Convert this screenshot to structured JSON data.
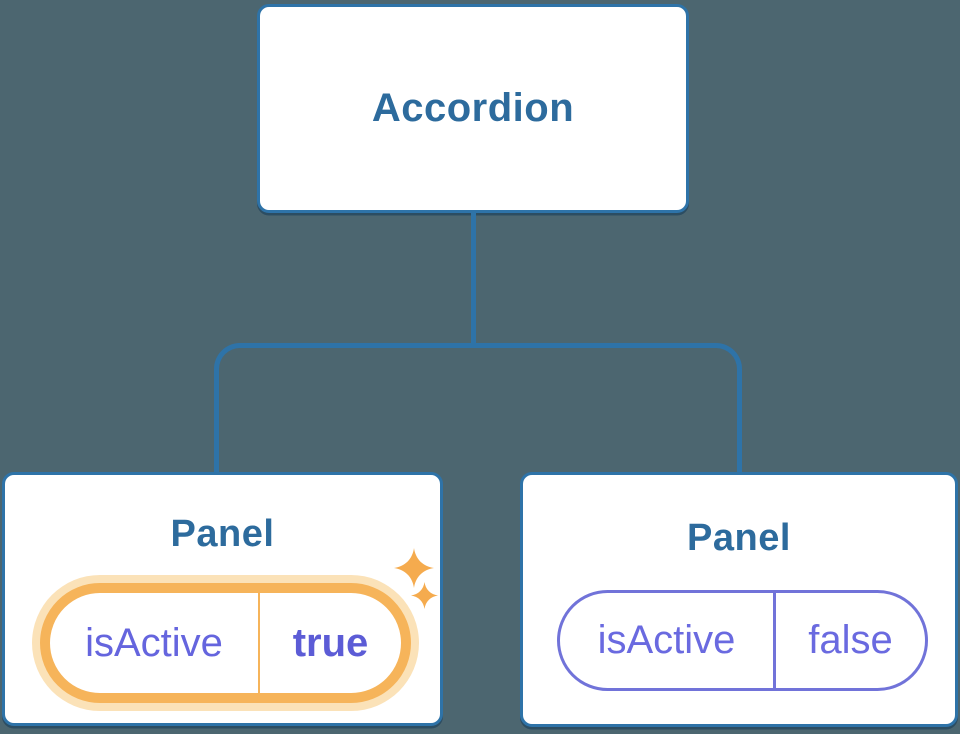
{
  "tree": {
    "root": {
      "label": "Accordion"
    },
    "panels": [
      {
        "title": "Panel",
        "prop_name": "isActive",
        "prop_value": "true",
        "state": "active",
        "highlighted": true
      },
      {
        "title": "Panel",
        "prop_name": "isActive",
        "prop_value": "false",
        "state": "inactive",
        "highlighted": false
      }
    ]
  },
  "icons": {
    "highlight": "sparkles-icon"
  },
  "colors": {
    "background": "#4c6670",
    "node_fill": "#ffffff",
    "node_border": "#2e73a8",
    "node_text": "#2d6b9d",
    "connector": "#2e73a8",
    "prop_text": "#6a6ae0",
    "prop_value_active_text": "#5c5cd6",
    "prop_border_inactive": "#7173d9",
    "highlight_border": "#f6b45a",
    "highlight_glow": "#fbe2b8",
    "sparkle": "#f5ab4e"
  }
}
